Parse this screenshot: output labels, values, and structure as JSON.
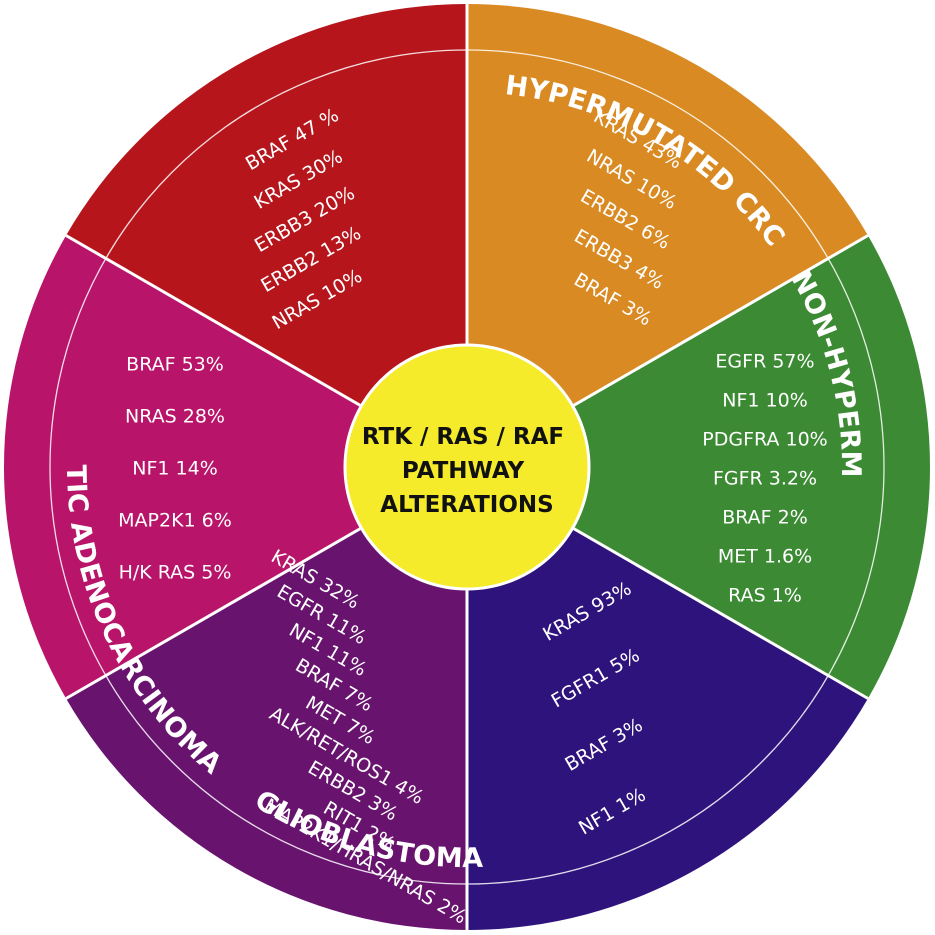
{
  "center": {
    "lines": [
      "RTK / RAS / RAF",
      "PATHWAY",
      "ALTERATIONS"
    ],
    "color": "#F5EB2A"
  },
  "sectors": [
    {
      "id": "hypermutated-crc",
      "title": "HYPERMUTATED CRC",
      "color": "#D98A22",
      "items": [
        "BRAF 47 %",
        "KRAS 30%",
        "ERBB3 20%",
        "ERBB2 13%",
        "NRAS 10%"
      ]
    },
    {
      "id": "non-hypermutated-crc",
      "title": "NON-HYPERMUTATED CRC",
      "color": "#3C8A34",
      "items": [
        "KRAS 43%",
        "NRAS 10%",
        "ERBB2 6%",
        "ERBB3 4%",
        "BRAF 3%"
      ]
    },
    {
      "id": "glioblastoma",
      "title": "GLIOBLASTOMA",
      "color": "#2E137C",
      "items": [
        "EGFR 57%",
        "NF1 10%",
        "PDGFRA 10%",
        "FGFR 3.2%",
        "BRAF 2%",
        "MET 1.6%",
        "RAS 1%"
      ]
    },
    {
      "id": "pancreatic-adenocarcinoma",
      "title": "PANCREATIC ADENOCARCINOMA",
      "color": "#68146F",
      "items": [
        "KRAS 93%",
        "FGFR1 5%",
        "BRAF 3%",
        "NF1 1%"
      ]
    },
    {
      "id": "lung-adenocarcinoma",
      "title": "LUNG ADENOCARCINOMA",
      "color": "#B8156A",
      "items": [
        "KRAS 32%",
        "EGFR 11%",
        "NF1 11%",
        "BRAF 7%",
        "MET 7%",
        "ALK/RET/ROS1 4%",
        "ERBB2 3%",
        "RIT1 2%",
        "MAP2K1/HRAS/NRAS 2%"
      ]
    },
    {
      "id": "melanoma",
      "title": "MELANOMA",
      "color": "#B5151B",
      "items": [
        "BRAF 53%",
        "NRAS 28%",
        "NF1 14%",
        "MAP2K1 6%",
        "H/K RAS 5%"
      ]
    }
  ]
}
